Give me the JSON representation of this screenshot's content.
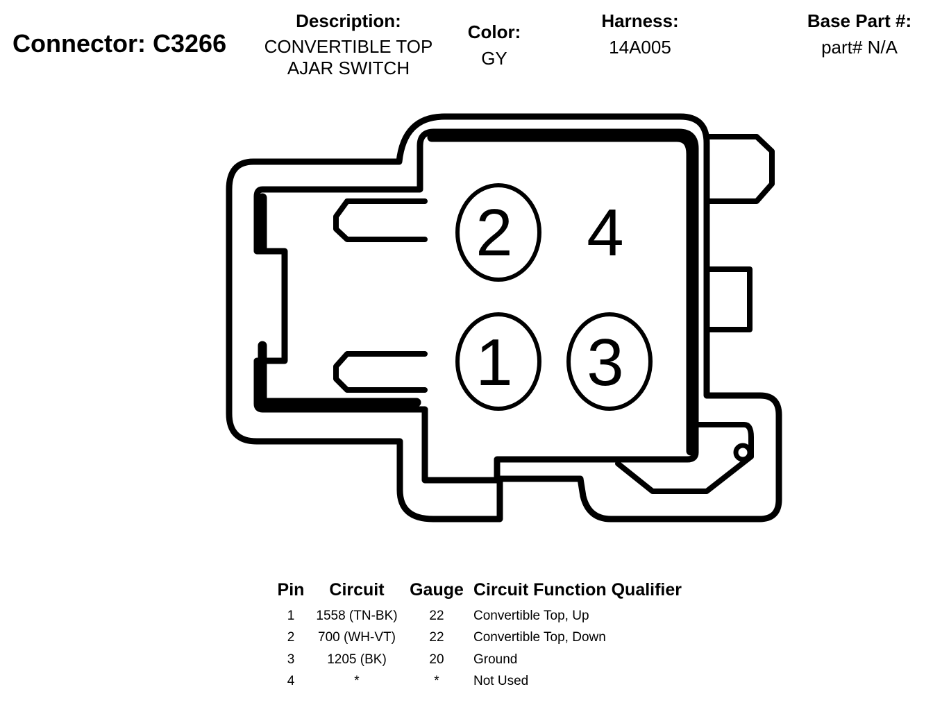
{
  "connector": {
    "label": "Connector:",
    "id": "C3266"
  },
  "description": {
    "label": "Description:",
    "line1": "CONVERTIBLE TOP",
    "line2": "AJAR SWITCH"
  },
  "color": {
    "label": "Color:",
    "value": "GY"
  },
  "harness": {
    "label": "Harness:",
    "value": "14A005"
  },
  "base_part": {
    "label": "Base Part #:",
    "value": "part# N/A"
  },
  "pins_diagram": [
    "2",
    "4",
    "1",
    "3"
  ],
  "table": {
    "headers": [
      "Pin",
      "Circuit",
      "Gauge",
      "Circuit Function Qualifier"
    ],
    "rows": [
      {
        "pin": "1",
        "circuit": "1558 (TN-BK)",
        "gauge": "22",
        "function": "Convertible Top, Up"
      },
      {
        "pin": "2",
        "circuit": "700 (WH-VT)",
        "gauge": "22",
        "function": "Convertible Top, Down"
      },
      {
        "pin": "3",
        "circuit": "1205 (BK)",
        "gauge": "20",
        "function": "Ground"
      },
      {
        "pin": "4",
        "circuit": "*",
        "gauge": "*",
        "function": "Not Used"
      }
    ]
  }
}
